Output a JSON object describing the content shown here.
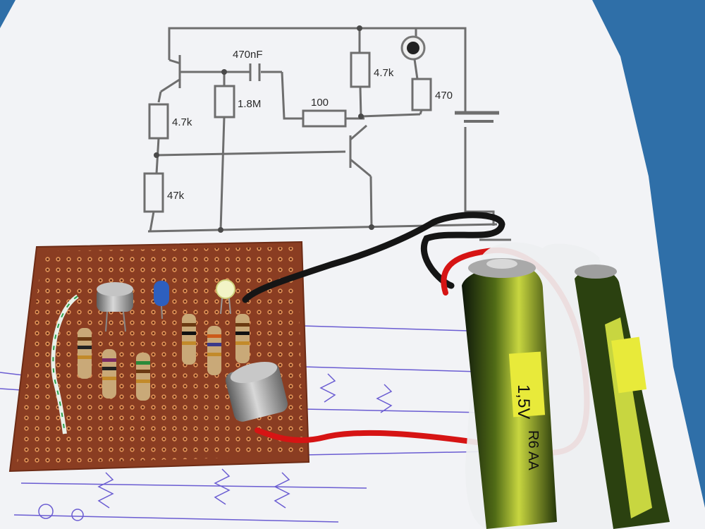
{
  "photo": {
    "subject": "perfboard LED flasher circuit next to printed schematic and AA battery holder"
  },
  "schematic": {
    "labels": {
      "r_base_top": "4.7k",
      "r_base_bottom": "47k",
      "r_bias": "1.8M",
      "capacitor": "470nF",
      "r_series": "100",
      "r_collector": "4.7k",
      "r_led": "470"
    }
  },
  "battery": {
    "voltage_text": "1,5V",
    "size_text": "R6 AA"
  },
  "colors": {
    "background": "#2f6fa8",
    "paper": "#f2f3f6",
    "board": "#8a3d22",
    "wire_red": "#d61414",
    "wire_black": "#151515",
    "battery_green": "#c8d640"
  }
}
